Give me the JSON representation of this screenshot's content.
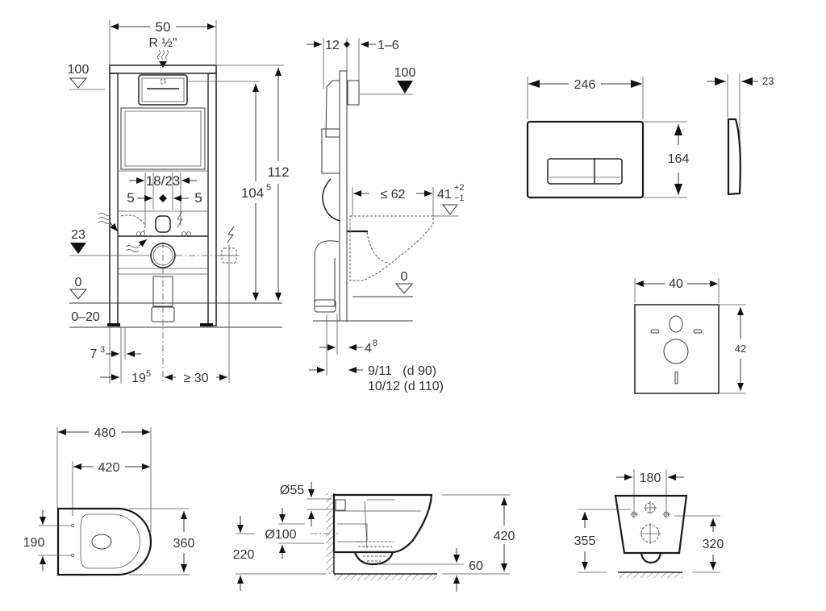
{
  "drawing": {
    "title": "Wall-hung WC installation frame & ceramic dimensions",
    "front_view": {
      "width": "50",
      "supply": "R ½\"",
      "level_top": "100",
      "height_total": "112",
      "height_cistern": "104",
      "height_cistern_sup": "5",
      "center_spacing": "18/23",
      "left_offset": "5",
      "right_offset": "5",
      "level_outlet": "23",
      "level_floor": "0",
      "floor_range": "0–20",
      "foot_offset": "7",
      "foot_offset_sup": "3",
      "foot_width": "19",
      "foot_width_sup": "5",
      "socket_distance": "≥ 30"
    },
    "side_view": {
      "depth": "12",
      "wall_gap": "1–6",
      "level_top": "100",
      "projection": "≤ 62",
      "seat_height": "41",
      "seat_tol_plus": "+2",
      "seat_tol_minus": "−1",
      "level_floor": "0",
      "pipe_offset": "4",
      "pipe_offset_sup": "8",
      "outlet_d90": "9/11   (d 90)",
      "outlet_d110": "10/12 (d 110)"
    },
    "flush_plate": {
      "width": "246",
      "height": "164",
      "depth": "23"
    },
    "sound_pad": {
      "width": "40",
      "height": "42"
    },
    "bowl_top": {
      "length_total": "480",
      "length_to_bolts": "420",
      "bolt_spacing": "190",
      "width": "360"
    },
    "bowl_side": {
      "inlet_diameter": "Ø55",
      "outlet_diameter": "Ø100",
      "outlet_height": "220",
      "height": "420",
      "bottom_gap": "60"
    },
    "bowl_back": {
      "bolt_spacing": "180",
      "bolt_height": "355",
      "outlet_height": "320"
    }
  }
}
